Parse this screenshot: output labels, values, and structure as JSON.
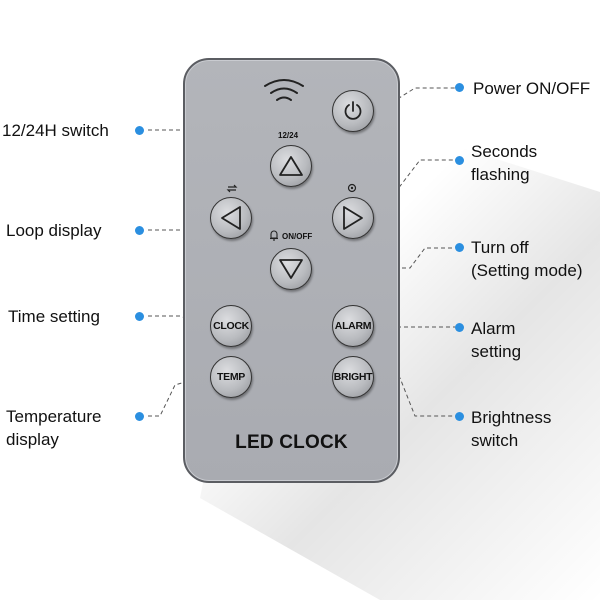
{
  "remote": {
    "brand": "LED CLOCK",
    "labels": {
      "up_12_24": "12/24",
      "on_off": "ON/OFF"
    },
    "buttons": {
      "clock": "CLOCK",
      "alarm": "ALARM",
      "temp": "TEMP",
      "bright": "BRIGHT"
    }
  },
  "callouts": {
    "power": "Power ON/OFF",
    "switch_12_24": "12/24H switch",
    "seconds_line1": "Seconds",
    "seconds_line2": "flashing",
    "loop": "Loop display",
    "turn_off_line1": "Turn off",
    "turn_off_line2": "(Setting mode)",
    "time_setting": "Time setting",
    "alarm_line1": "Alarm",
    "alarm_line2": "setting",
    "temp_line1": "Temperature",
    "temp_line2": "display",
    "bright_line1": "Brightness",
    "bright_line2": "switch"
  },
  "colors": {
    "dot": "#2b8fe0",
    "remote_body": "#b0b2b7",
    "leader_line": "#555555"
  },
  "icons": {
    "signal": "wireless-signal-icon",
    "power": "power-icon",
    "up": "triangle-up-icon",
    "left": "triangle-left-icon",
    "right": "triangle-right-icon",
    "down": "triangle-down-icon",
    "bell": "bell-icon",
    "loop": "loop-icon",
    "gear": "gear-icon"
  }
}
